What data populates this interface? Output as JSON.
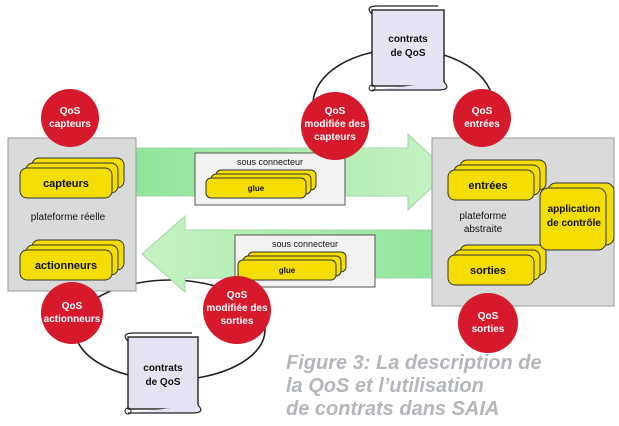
{
  "contracts_top": {
    "line1": "contrats",
    "line2": "de QoS"
  },
  "contracts_bottom": {
    "line1": "contrats",
    "line2": "de QoS"
  },
  "qos_capteurs": {
    "line1": "QoS",
    "line2": "capteurs"
  },
  "qos_modifiee_capteurs": {
    "line1": "QoS",
    "line2": "modifiée des",
    "line3": "capteurs"
  },
  "qos_entrees": {
    "line1": "QoS",
    "line2": "entrées"
  },
  "qos_actionneurs": {
    "line1": "QoS",
    "line2": "actionneurs"
  },
  "qos_modifiee_sorties": {
    "line1": "QoS",
    "line2": "modifiée des",
    "line3": "sorties"
  },
  "qos_sorties": {
    "line1": "QoS",
    "line2": "sorties"
  },
  "left_platform": {
    "capteurs": "capteurs",
    "label": "plateforme réelle",
    "actionneurs": "actionneurs"
  },
  "right_platform": {
    "entrees": "entrées",
    "label1": "plateforme",
    "label2": "abstraite",
    "sorties": "sorties",
    "app1": "application",
    "app2": "de contrôle"
  },
  "connector_top": {
    "title": "sous connecteur",
    "glue": "glue"
  },
  "connector_bottom": {
    "title": "sous connecteur",
    "glue": "glue"
  },
  "caption": {
    "line1": "Figure 3: La description de",
    "line2": "la QoS et l’utilisation",
    "line3": "de contrats dans SAIA"
  }
}
